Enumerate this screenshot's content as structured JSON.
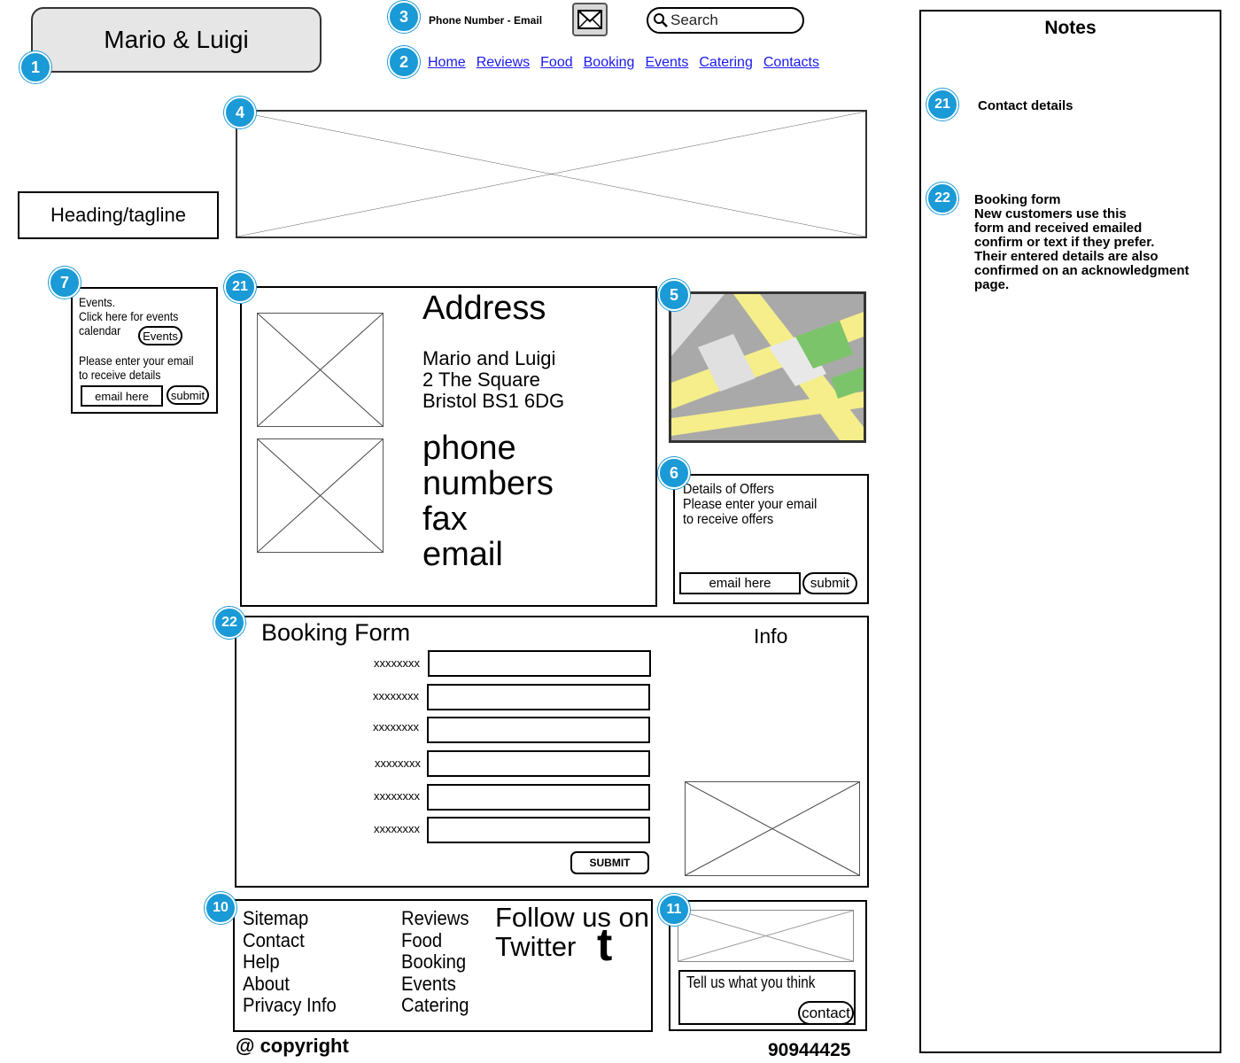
{
  "logo": {
    "label": "Mario & Luigi"
  },
  "header": {
    "contact_text": "Phone Number - Email",
    "search_placeholder": "Search"
  },
  "nav": {
    "items": [
      "Home",
      "Reviews",
      "Food",
      "Booking",
      "Events",
      "Catering",
      "Contacts"
    ]
  },
  "heading_tagline": "Heading/tagline",
  "events_widget": {
    "line1": "Events.",
    "line2": "Click here for events",
    "line3": "calendar",
    "events_button": "Events",
    "line4": "Please enter your email",
    "line5": "to receive details",
    "email_placeholder": "email here",
    "submit_button": "submit"
  },
  "address_panel": {
    "title": "Address",
    "name": "Mario and Luigi",
    "street": "2 The Square",
    "city": "Bristol BS1 6DG",
    "line_phone": "phone",
    "line_numbers": "numbers",
    "line_fax": "fax",
    "line_email": "email"
  },
  "offers": {
    "line1": "Details of Offers",
    "line2": "Please enter your email",
    "line3": "to receive offers",
    "email_placeholder": "email here",
    "submit_button": "submit"
  },
  "booking": {
    "title": "Booking Form",
    "info_label": "Info",
    "fields": [
      "xxxxxxxx",
      "xxxxxxxx",
      "xxxxxxxx",
      "xxxxxxxx",
      "xxxxxxxx",
      "xxxxxxxx"
    ],
    "submit_button": "SUBMIT"
  },
  "footer": {
    "col1": [
      "Sitemap",
      "Contact",
      "Help",
      "About",
      "Privacy Info"
    ],
    "col2": [
      "Reviews",
      "Food",
      "Booking",
      "Events",
      "Catering"
    ],
    "follow_line1": "Follow us on",
    "follow_line2": "Twitter",
    "twitter_glyph": "t",
    "copyright": "@ copyright",
    "id_number": "90944425"
  },
  "feedback": {
    "prompt": "Tell us what you think",
    "contact_button": "contact"
  },
  "notes": {
    "title": "Notes",
    "items": [
      {
        "badge": "21",
        "title": "Contact details",
        "lines": []
      },
      {
        "badge": "22",
        "title": "Booking form",
        "lines": [
          "New customers use this",
          "form and received emailed",
          "confirm or text if they prefer.",
          "Their entered details are also",
          "confirmed on an acknowledgment",
          "page."
        ]
      }
    ]
  },
  "badges": {
    "logo": "1",
    "nav": "2",
    "contact": "3",
    "banner": "4",
    "map": "5",
    "offers": "6",
    "events": "7",
    "footer": "10",
    "feedback": "11",
    "address": "21",
    "booking": "22"
  },
  "colors": {
    "badge": "#1a9ad6",
    "link": "#1a1aee",
    "map_road": "#f5ee8a",
    "map_block": "#a9a9a9",
    "map_green": "#7cc46a"
  }
}
